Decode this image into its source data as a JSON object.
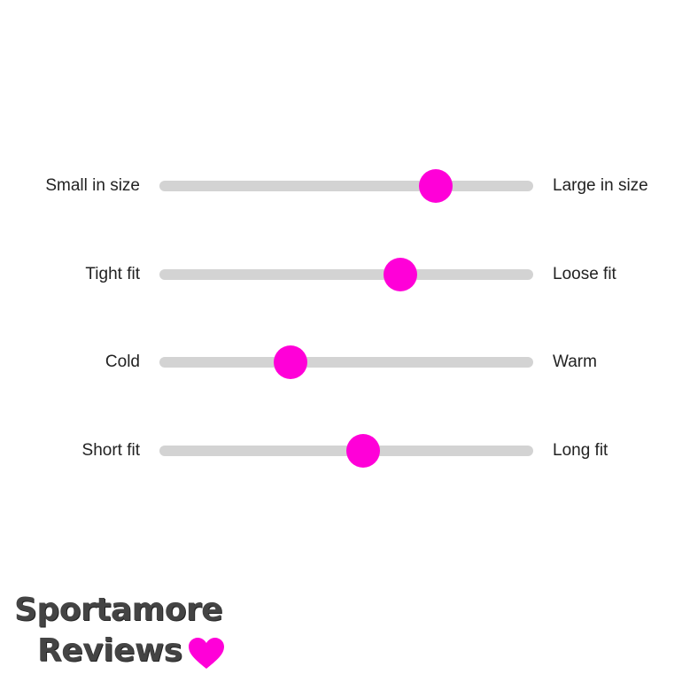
{
  "accent_color": "#ff00d8",
  "track_color": "#d3d3d3",
  "sliders": [
    {
      "left_label": "Small in size",
      "right_label": "Large in size",
      "value": 0.74
    },
    {
      "left_label": "Tight fit",
      "right_label": "Loose fit",
      "value": 0.645
    },
    {
      "left_label": "Cold",
      "right_label": "Warm",
      "value": 0.35
    },
    {
      "left_label": "Short fit",
      "right_label": "Long fit",
      "value": 0.545
    }
  ],
  "logo": {
    "line1": "Sportamore",
    "line2": "Reviews",
    "icon": "heart-icon"
  }
}
